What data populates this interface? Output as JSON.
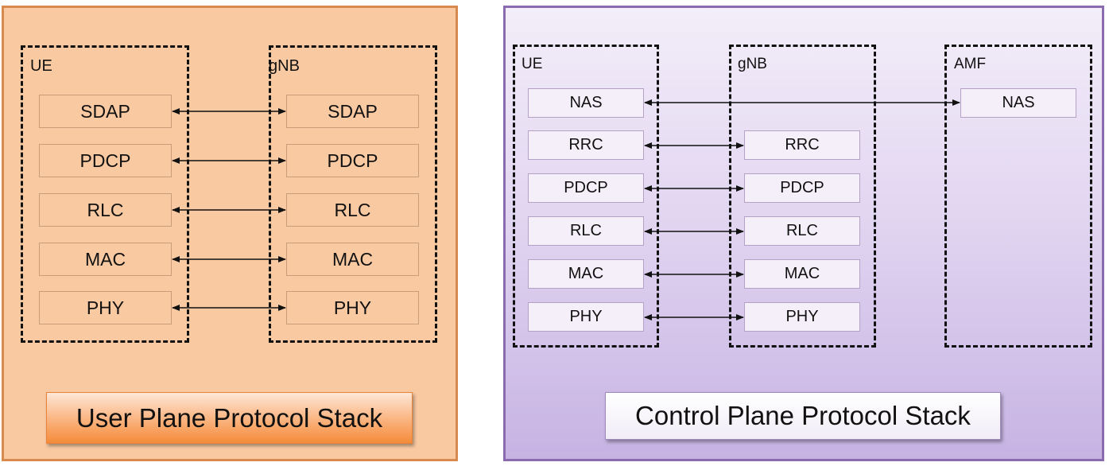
{
  "user_plane": {
    "caption": "User Plane Protocol Stack",
    "entities": {
      "ue": "UE",
      "gnb": "gNB"
    },
    "ue_layers": [
      "SDAP",
      "PDCP",
      "RLC",
      "MAC",
      "PHY"
    ],
    "gnb_layers": [
      "SDAP",
      "PDCP",
      "RLC",
      "MAC",
      "PHY"
    ]
  },
  "control_plane": {
    "caption": "Control Plane Protocol Stack",
    "entities": {
      "ue": "UE",
      "gnb": "gNB",
      "amf": "AMF"
    },
    "ue_layers": [
      "NAS",
      "RRC",
      "PDCP",
      "RLC",
      "MAC",
      "PHY"
    ],
    "gnb_layers": [
      "RRC",
      "PDCP",
      "RLC",
      "MAC",
      "PHY"
    ],
    "amf_layers": [
      "NAS"
    ]
  },
  "colors": {
    "user_plane_bg": "#f9c9a2",
    "user_plane_border": "#d8894e",
    "control_plane_border": "#8a6bb0",
    "user_caption_accent": "#f48b3a"
  }
}
